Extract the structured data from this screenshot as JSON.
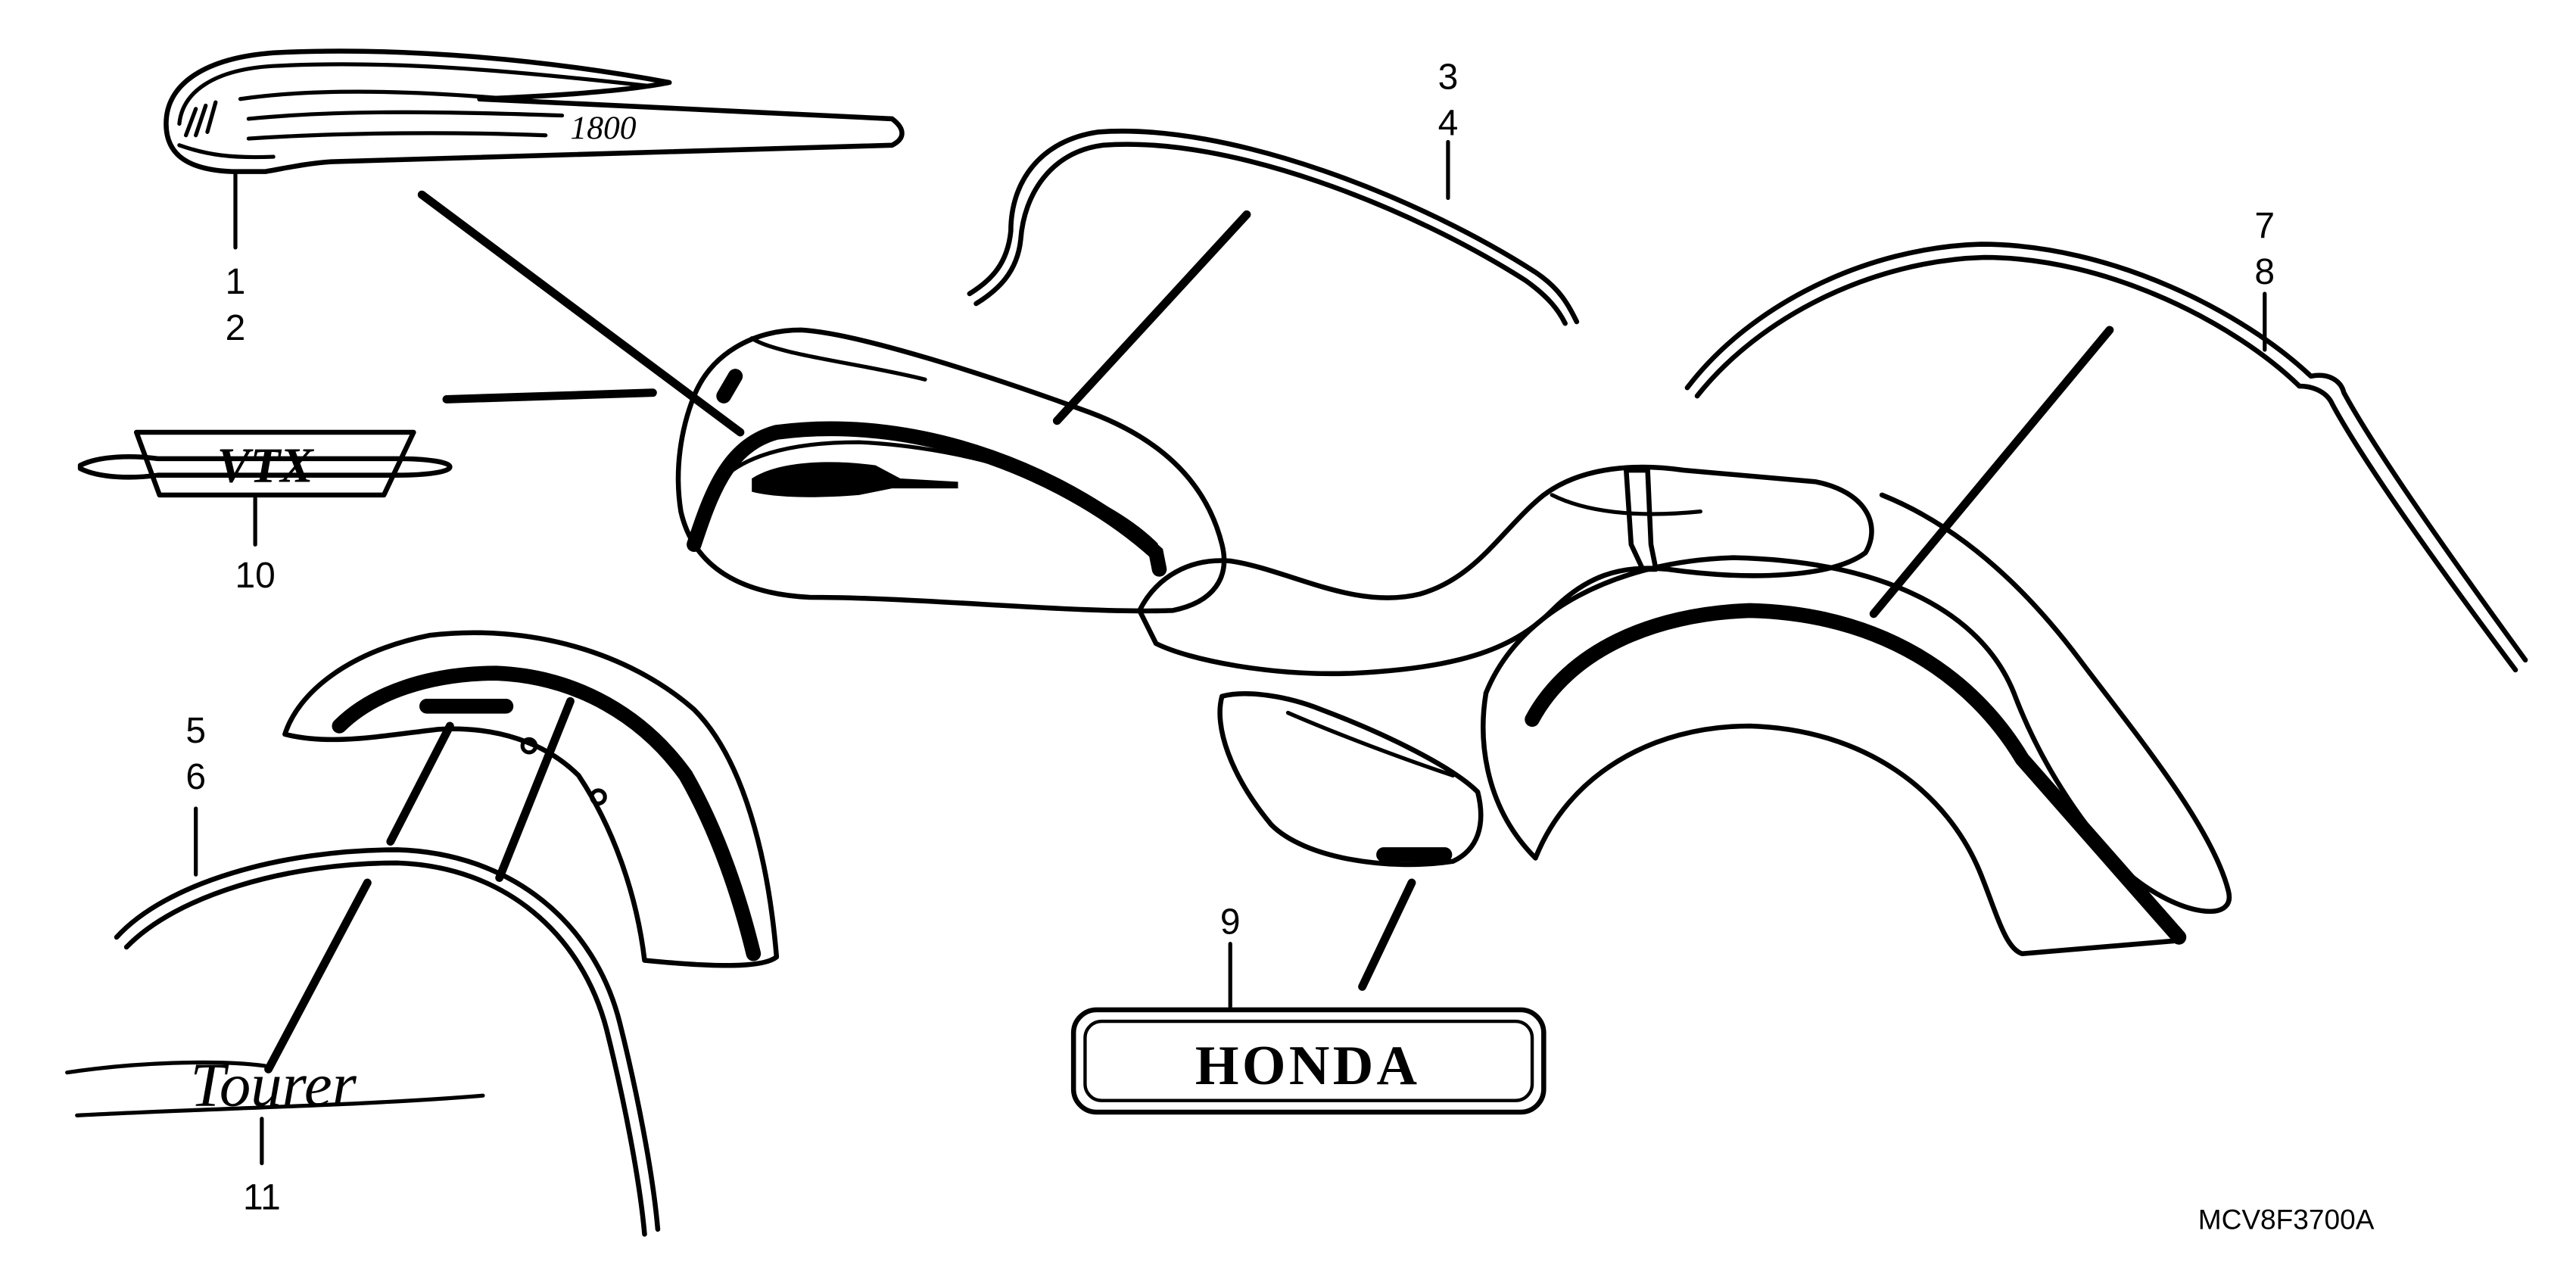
{
  "diagram": {
    "code": "MCV8F3700A",
    "labels": {
      "l1": "1",
      "l2": "2",
      "l3": "3",
      "l4": "4",
      "l5": "5",
      "l6": "6",
      "l7": "7",
      "l8": "8",
      "l9": "9",
      "l10": "10",
      "l11": "11"
    },
    "emblem_text": {
      "tank": "1800",
      "vtx": "VTX",
      "honda": "HONDA",
      "tourer": "Tourer"
    }
  }
}
